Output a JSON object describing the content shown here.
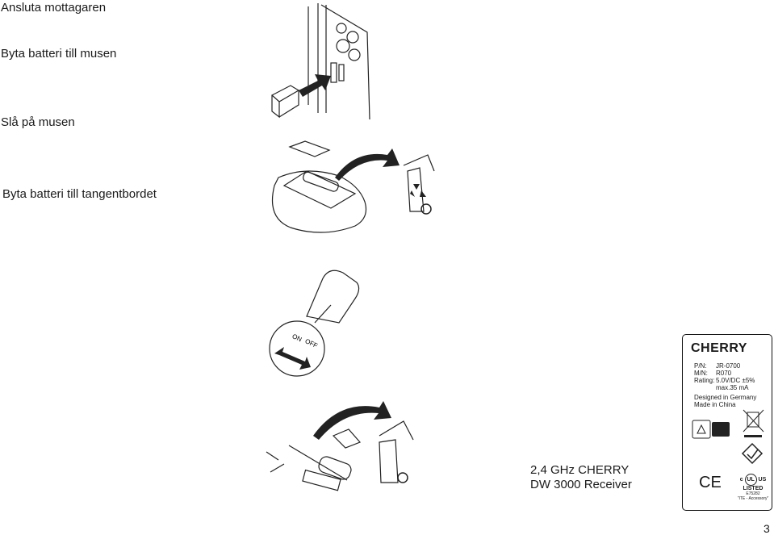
{
  "headings": {
    "connect_receiver": "Ansluta mottagaren",
    "mouse_battery": "Byta batteri till musen",
    "mouse_on": "Slå på musen",
    "keyboard_battery": "Byta batteri till tangentbordet"
  },
  "switch_labels": {
    "on": "ON",
    "off": "OFF"
  },
  "product_caption": {
    "line1": "2,4 GHz CHERRY",
    "line2": "DW 3000 Receiver"
  },
  "label": {
    "brand": "CHERRY",
    "pn_key": "P/N:",
    "pn_val": "JR-0700",
    "mn_key": "M/N:",
    "mn_val": "R070",
    "rating_key": "Rating:",
    "rating_val": "5.0V/DC ±5%",
    "rating_val2": "max.35 mA",
    "designed": "Designed in Germany",
    "made": "Made in China",
    "ce": "CE",
    "ul_c": "c",
    "ul_us": "US",
    "ul_listed": "LISTED",
    "ul_number": "E75282",
    "ul_category": "\"ITE - Accessory\""
  },
  "page_number": "3"
}
